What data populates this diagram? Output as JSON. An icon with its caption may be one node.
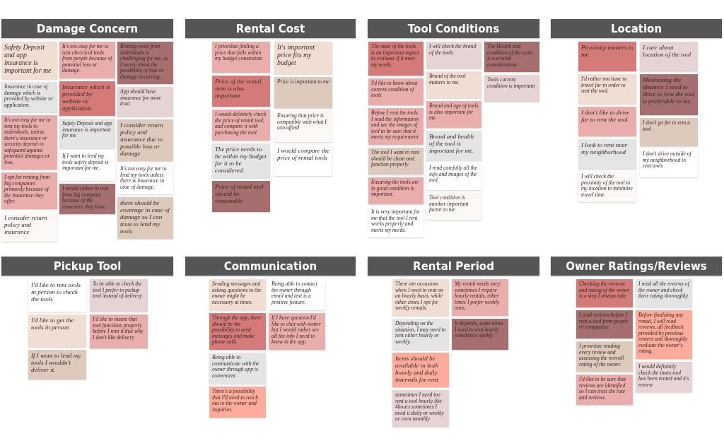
{
  "diagram": {
    "nodes": [
      {
        "text": [
          "Damage Concern"
        ]
      },
      {
        "text": [
          "Safety Deposit and app insurance is important for me"
        ]
      },
      {
        "text": [
          "It's not easy for me to rent electrical tools from people because of potential loss or damage."
        ]
      },
      {
        "text": [
          "Renting tools from individuals is challenging for me, as I worry about the possibility of loss or damage occurring."
        ]
      },
      {
        "text": [
          "Insurance in case of damage which is provided by website or application."
        ]
      },
      {
        "text": [
          "Insurance which is provided by website or application."
        ]
      },
      {
        "text": [
          "App should have insurance for more trust"
        ]
      },
      {
        "text": [
          "It's not easy for me to rent my tools to individuals, unless there's insurance or security deposit to safeguard against potential damages or loss."
        ]
      },
      {
        "text": [
          "Safety Deposit and app insurance is important for me."
        ]
      },
      {
        "text": [
          "I consider return policy and insurance due to possible loss or damage"
        ]
      },
      {
        "text": [
          "I opt for renting from big companies primarily because of the insurance they offer."
        ]
      },
      {
        "text": [
          "If I want to lend my tools safety deposit is important for me."
        ]
      },
      {
        "text": [
          "It's not easy for me to lend my tools unless there is insurance in case of damage."
        ]
      },
      {
        "text": [
          "I consider return policy and insurance"
        ]
      },
      {
        "text": [
          "I would rather to rent from big company because of the insurance they have."
        ]
      },
      {
        "text": [
          "there should be coverage in case of damage so I can trust to lend my tools"
        ]
      },
      {
        "text": [
          "Rental Cost"
        ]
      },
      {
        "text": [
          "I prioritize finding a price that falls within my budget constraints"
        ]
      },
      {
        "text": [
          "It's important price fits my budget"
        ]
      },
      {
        "text": [
          "Price of the rental item is also important"
        ]
      },
      {
        "text": [
          "Price is important to me"
        ]
      },
      {
        "text": [
          "I would definitely check the price of rental tool, and compare it with purchasing the tool."
        ]
      },
      {
        "text": [
          "Ensuring that price is compatible with what I can afford"
        ]
      },
      {
        "text": [
          "The price needs to be within my budget for it to be considered."
        ]
      },
      {
        "text": [
          "I would compare the price of rental tools"
        ]
      },
      {
        "text": [
          "Price of rental tool should be reasonable"
        ]
      },
      {
        "text": [
          "Tool Conditions"
        ]
      },
      {
        "text": [
          "The state of the tools is an important aspect to evaluate if it meet my needs."
        ]
      },
      {
        "text": [
          "I'd like to know about current condition of tools"
        ]
      },
      {
        "text": [
          "Before I rent the tools I read the information and see the images of tool to be sure that it meets my requirement"
        ]
      },
      {
        "text": [
          "The tool I want to rent should be clean and function properly"
        ]
      },
      {
        "text": [
          "Ensuring the tools are in good condition is important."
        ]
      },
      {
        "text": [
          "It is very important for me that the tool I rent works properly and meets my needs."
        ]
      },
      {
        "text": [
          "I will check the brand of the tools"
        ]
      },
      {
        "text": [
          "Brand of the tool matters to me."
        ]
      },
      {
        "text": [
          "Brand and age of tools is also important for me."
        ]
      },
      {
        "text": [
          "Brand and health of the tool is important for me."
        ]
      },
      {
        "text": [
          "I read carefully all the info and images of the tool."
        ]
      },
      {
        "text": [
          "Tool condition is another important factor to me"
        ]
      },
      {
        "text": [
          "The Health and condition of the tools is a crucial consideration"
        ]
      },
      {
        "text": [
          "Tools current condition is important"
        ]
      },
      {
        "text": [
          "Location"
        ]
      },
      {
        "text": [
          "Proximity matters to me"
        ]
      },
      {
        "text": [
          "I'd rather not have to travel far in order to rent the tool."
        ]
      },
      {
        "text": [
          "I don't like to drive far to rent the tool."
        ]
      },
      {
        "text": [
          "I look to rent near my neighborhood"
        ]
      },
      {
        "text": [
          "I will check the proximity of the tool to my location to minimize travel time."
        ]
      },
      {
        "text": [
          "I care about location of the tool"
        ]
      },
      {
        "text": [
          "Minimizing the distance I need to drive to rent the tool is preferable to me."
        ]
      },
      {
        "text": [
          "I don't go far to rent a tool"
        ]
      },
      {
        "text": [
          "I don't drive outside of my neighborhood to rent tools"
        ]
      },
      {
        "text": [
          "Pickup Tool"
        ]
      },
      {
        "text": [
          "I'd like to rent tools in person to check the tools"
        ]
      },
      {
        "text": [
          "To be able to check the tool I prefer to pickup tool instead of delivery"
        ]
      },
      {
        "text": [
          "I'd like to get the tools in person"
        ]
      },
      {
        "text": [
          "I'd like to insure that tool functions properly before I rent it that why I don't like delivery"
        ]
      },
      {
        "text": [
          "If I want to lend my tools I wouldn't deliver it."
        ]
      },
      {
        "text": [
          "Communication"
        ]
      },
      {
        "text": [
          "Sending messages and asking questions to the owner might be necessary at times."
        ]
      },
      {
        "text": [
          "Being able to contact the owner through email and text is a positive feature."
        ]
      },
      {
        "text": [
          "Through the app, there should be the possibility to send messages and make phone calls"
        ]
      },
      {
        "text": [
          "If I have question I'd like to chat with owner but I would rather see all the info I need to know in the app."
        ]
      },
      {
        "text": [
          "Being able to communicate with the owner through app is convenient"
        ]
      },
      {
        "text": [
          "There's a possibility that I'll need to reach out to the owner and inquiries."
        ]
      },
      {
        "text": [
          "Rental Period"
        ]
      },
      {
        "text": [
          "There are occasions when I need to rent on an hourly basis, while other times I opt for weekly rentals."
        ]
      },
      {
        "text": [
          "My rental needs vary; sometimes I require hourly rentals, other times I prefer weekly ones."
        ]
      },
      {
        "text": [
          "Depending on the situation, I may need to rent either hourly or weekly."
        ]
      },
      {
        "text": [
          "It depends, some times I need to rent hourly sometimes weekly"
        ]
      },
      {
        "text": [
          "Items should be available in both hourly and daily intervals for rent"
        ]
      },
      {
        "text": [
          "sometimes I need too rent a tool hourly like 4hours sometimes I need it daily or weekly or even monthly"
        ]
      },
      {
        "text": [
          "Owner Ratings/Reviews"
        ]
      },
      {
        "text": [
          "Checking the reviews and rating of the owner is a step I always take."
        ]
      },
      {
        "text": [
          "I read all the reviews of the owner and check their rating thoroughly."
        ]
      },
      {
        "text": [
          "I read reviews before I rent a tool from people or companies"
        ]
      },
      {
        "text": [
          "Before finalizing any rental, I will read reviews, all feedback provided by previous renters and thoroughly evaluate the owner's rating."
        ]
      },
      {
        "text": [
          "I prioritize reading every review and assessing the overall rating of the owner."
        ]
      },
      {
        "text": [
          "I would definitely check the times tool has been rented and it's review"
        ]
      },
      {
        "text": [
          "I'd like to be sure that reviews are identified so I can trust the rate and reviews."
        ]
      }
    ]
  }
}
